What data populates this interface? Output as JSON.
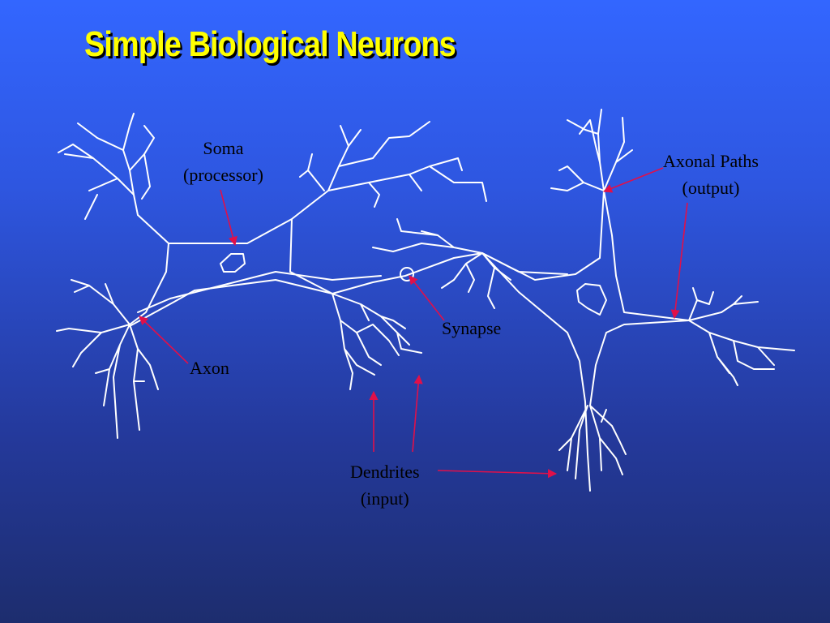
{
  "title": "Simple Biological Neurons",
  "labels": {
    "soma": {
      "line1": "Soma",
      "line2": "(processor)"
    },
    "axonal_paths": {
      "line1": "Axonal Paths",
      "line2": "(output)"
    },
    "synapse": "Synapse",
    "axon": "Axon",
    "dendrites": {
      "line1": "Dendrites",
      "line2": "(input)"
    }
  },
  "colors": {
    "background_top": "#3366ff",
    "background_bottom": "#1d2d6e",
    "title": "#ffff00",
    "neuron_lines": "#ffffff",
    "pointer_arrows": "#e0104a",
    "label_text": "#000000"
  }
}
